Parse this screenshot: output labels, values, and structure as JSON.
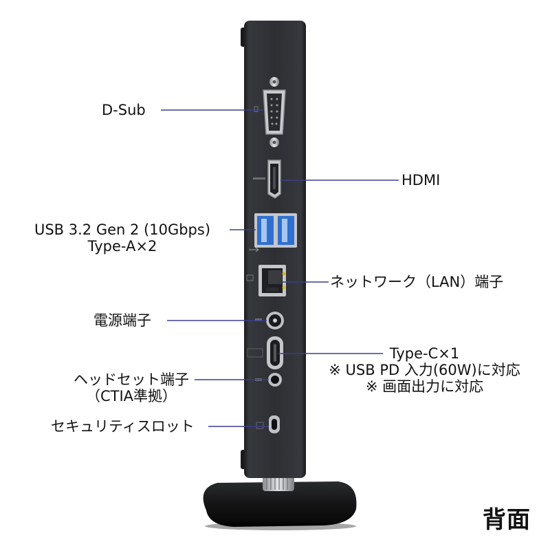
{
  "view_label": "背面",
  "callouts": {
    "dsub": "D-Sub",
    "hdmi": "HDMI",
    "usb_line1": "USB 3.2 Gen 2 (10Gbps)",
    "usb_line2": "Type-A×2",
    "lan": "ネットワーク（LAN）端子",
    "power": "電源端子",
    "typec_line1": "Type-C×1",
    "typec_line2": "※ USB PD 入力(60W)に対応",
    "typec_line3": "※ 画面出力に対応",
    "headset_line1": "ヘッドセット端子",
    "headset_line2": "（CTIA準拠）",
    "security": "セキュリティスロット"
  },
  "colors": {
    "leader_line": "#3a3f8f",
    "chassis": "#2b2d31",
    "usb_blue": "#2f6fd0"
  }
}
